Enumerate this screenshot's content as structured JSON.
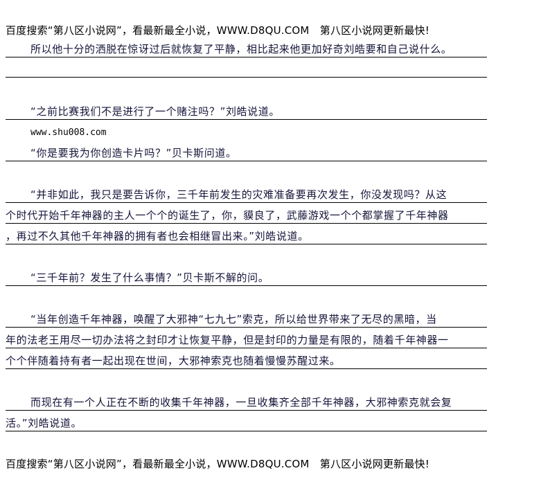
{
  "header_ad": "百度搜索“第八区小说网”，看最新最全小说，WWW.D8QU.COM　第八区小说网更新最快!",
  "footer_ad": "百度搜索“第八区小说网”，看最新最全小说，WWW.D8QU.COM　第八区小说网更新最快!",
  "watermark_url": "www.shu008.com",
  "lines": [
    "所以他十分的洒脱在惊讶过后就恢复了平静，相比起来他更加好奇刘皓要和自己说什么。",
    "",
    "“之前比赛我们不是进行了一个赌注吗？”刘皓说道。",
    "“你是要我为你创造卡片吗？”贝卡斯问道。",
    "“并非如此，我只是要告诉你，三千年前发生的灾难准备要再次发生，你没发现吗？从这",
    "个时代开始千年神器的主人一个个的诞生了，你，貘良了，武藤游戏一个个都掌握了千年神器",
    "，再过不久其他千年神器的拥有者也会相继冒出来。”刘皓说道。",
    "“三千年前？发生了什么事情？”贝卡斯不解的问。",
    "“当年创造千年神器，唤醒了大邪神“七九七”索克，所以给世界带来了无尽的黑暗，当",
    "年的法老王用尽一切办法将之封印才让恢复平静，但是封印的力量是有限的，随着千年神器一",
    "个个伴随着持有者一起出现在世间，大邪神索克也随着慢慢苏醒过来。",
    "而现在有一个人正在不断的收集千年神器，一旦收集齐全部千年神器，大邪神索克就会复",
    "活。”刘皓说道。"
  ]
}
